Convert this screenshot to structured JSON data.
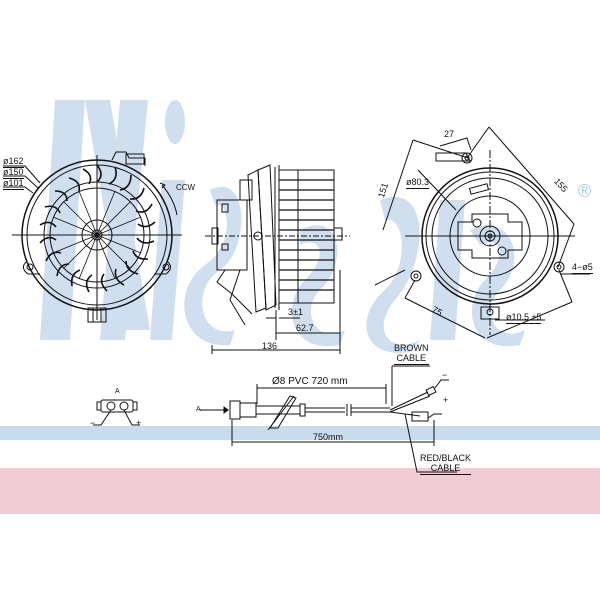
{
  "watermark": {
    "brand_text": "Nissens",
    "registered_mark": "®",
    "brand_color": "#a9c6e4",
    "band_blue": "#c5d9ec",
    "band_pink": "#f1c9d2"
  },
  "views": {
    "front_view": {
      "diameters": [
        "ø162",
        "ø150",
        "ø101"
      ],
      "rotation_label": "CCW"
    },
    "side_view": {
      "dim_gap": "3±1",
      "dim_wheel_width": "62.7",
      "dim_total_width": "136"
    },
    "rear_view": {
      "dim_27": "27",
      "dim_151": "151",
      "dim_155": "155",
      "dim_hub": "ø80.3",
      "dim_holes": "4−ø5",
      "dim_75": "75",
      "dim_plug": "ø10.5 ±5"
    },
    "connector_view": {
      "label": "A",
      "minus": "−",
      "plus": "+"
    },
    "cable_view": {
      "arrow_label": "A",
      "cable_spec": "Ø8  PVC  720  mm",
      "total_length": "750mm",
      "brown_cable": [
        "BROWN",
        "CABLE"
      ],
      "red_black_cable": [
        "RED/BLACK",
        "CABLE"
      ],
      "minus": "−",
      "plus": "+"
    }
  }
}
